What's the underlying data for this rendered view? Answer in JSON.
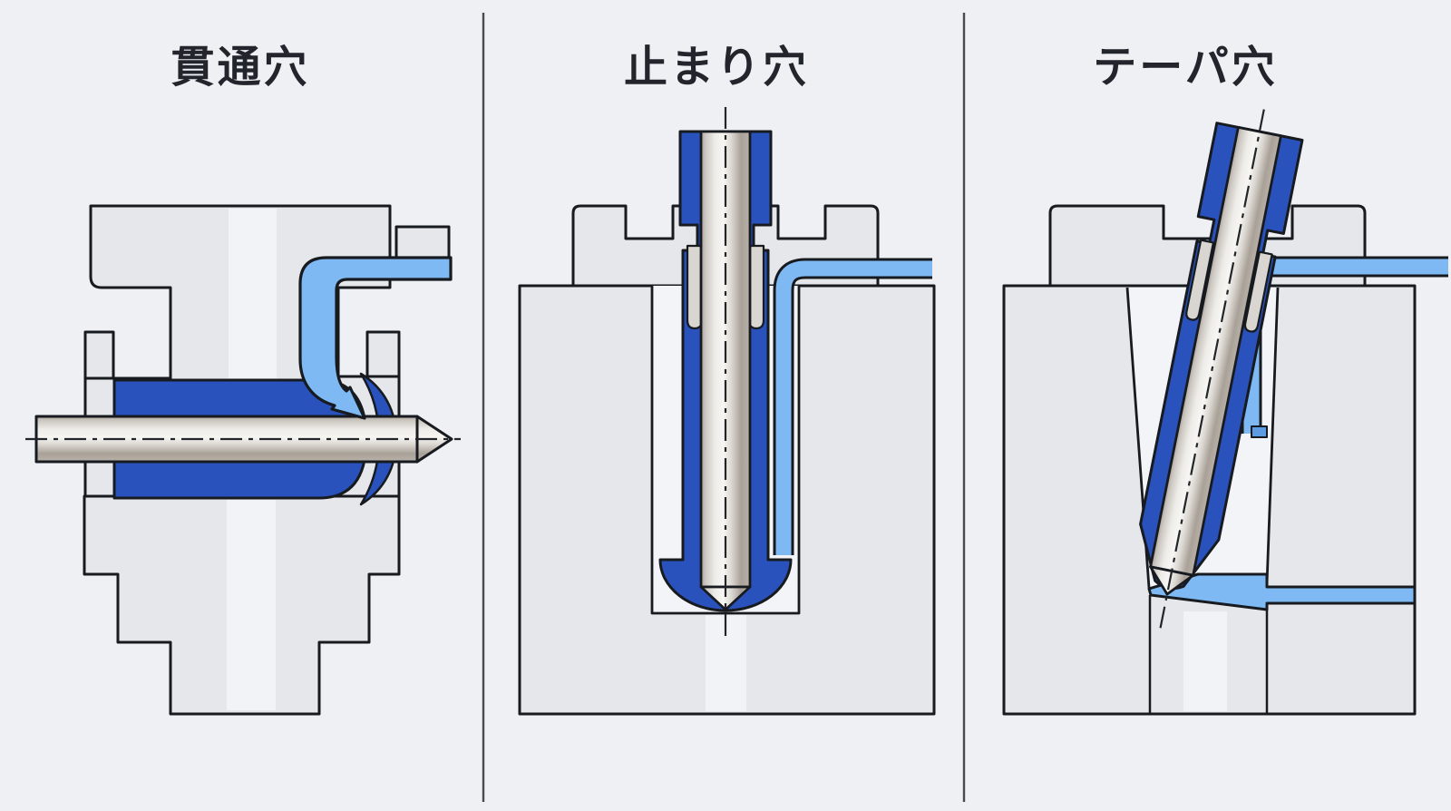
{
  "diagram": {
    "kind": "machining-hole-types-cross-section",
    "panel_count": 3
  },
  "panels": [
    {
      "id": "through-hole",
      "title": "貫通穴",
      "parts": [
        "workpiece",
        "through-hole-fill",
        "exit-crescent",
        "pin",
        "centerline",
        "coolant-pipe",
        "coolant-arrow-icon"
      ]
    },
    {
      "id": "blind-hole",
      "title": "止まり穴",
      "parts": [
        "workpiece",
        "top-plate",
        "hole-outline",
        "sleeve",
        "guide-strips",
        "drill",
        "drill-tip",
        "centerline",
        "coolant-pipe"
      ]
    },
    {
      "id": "taper-hole",
      "title": "テーパ穴",
      "parts": [
        "workpiece",
        "top-plate",
        "taper-walls",
        "coolant-pool",
        "sleeve",
        "guide-strips",
        "drill",
        "drill-tip",
        "centerline",
        "coolant-pipe"
      ]
    }
  ],
  "colors": {
    "background": "#eef0f4",
    "body_gray": "#e6e7ea",
    "stripe_gray": "#f2f3f6",
    "hole_bg": "#f3f4f7",
    "blue_dark": "#2a52bd",
    "blue_light": "#7fb9f3",
    "pipe_tip_blue": "#5d9be3",
    "strip_gray": "#d9d5d0",
    "outline": "#171b20",
    "divider": "#464b52",
    "title_text": "#22262c"
  }
}
